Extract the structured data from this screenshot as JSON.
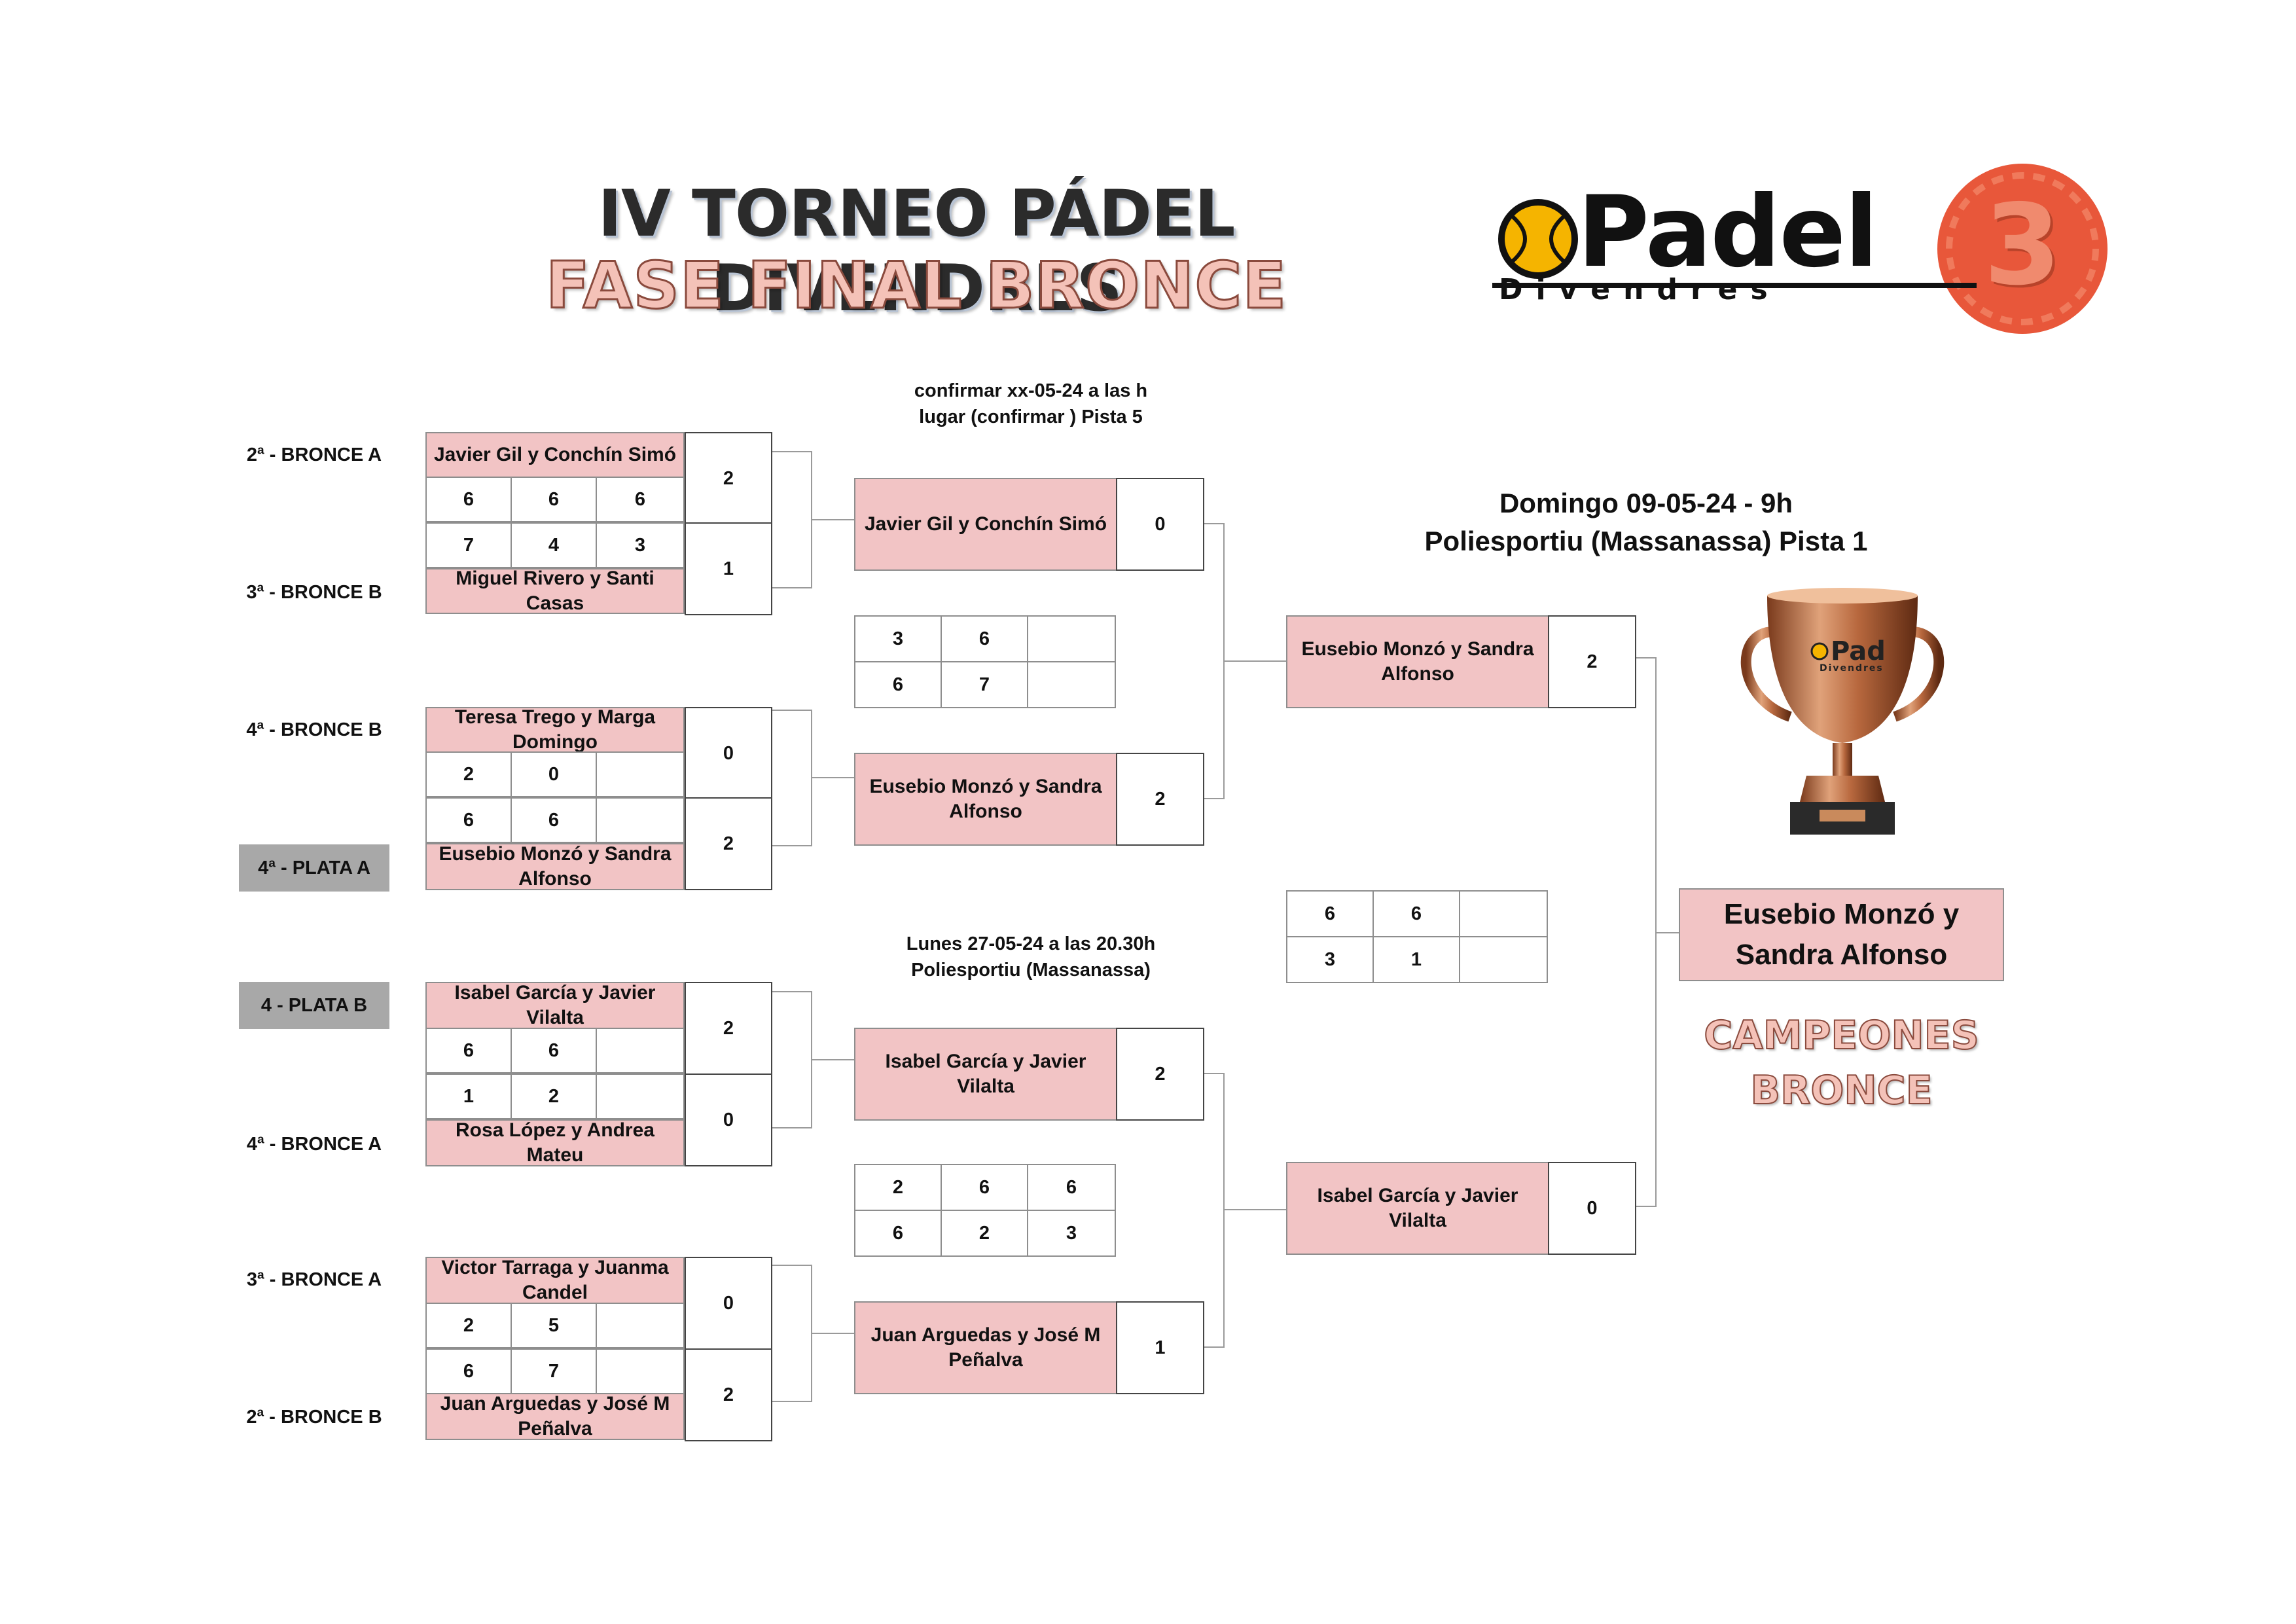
{
  "header": {
    "title": "IV TORNEO PÁDEL DIVENDRES",
    "subtitle": "FASE FINAL  BRONCE",
    "logo_word": "Padel",
    "logo_sub": "Divendres",
    "logo_number": "3"
  },
  "colors": {
    "accent": "#f2c4c5",
    "title_pink": "#f4c2b8",
    "seed_grey": "#a8a8a8",
    "logo_orange": "#e8573a"
  },
  "round1": [
    {
      "top_seed": "2ª - BRONCE A",
      "top_team": "Javier Gil y Conchín Simó",
      "top_sets": [
        "6",
        "6",
        "6"
      ],
      "top_score": "2",
      "bottom_seed": "3ª - BRONCE B",
      "bottom_team": "Miguel Rivero y Santi Casas",
      "bottom_sets": [
        "7",
        "4",
        "3"
      ],
      "bottom_score": "1"
    },
    {
      "top_seed": "4ª - BRONCE B",
      "top_team": "Teresa Trego y Marga Domingo",
      "top_sets": [
        "2",
        "0",
        ""
      ],
      "top_score": "0",
      "bottom_seed": "4ª - PLATA A",
      "bottom_team": "Eusebio Monzó y Sandra Alfonso",
      "bottom_sets": [
        "6",
        "6",
        ""
      ],
      "bottom_score": "2"
    },
    {
      "top_seed": "4 - PLATA B",
      "top_team": "Isabel García y Javier Vilalta",
      "top_sets": [
        "6",
        "6",
        ""
      ],
      "top_score": "2",
      "bottom_seed": "4ª - BRONCE A",
      "bottom_team": "Rosa López y Andrea Mateu",
      "bottom_sets": [
        "1",
        "2",
        ""
      ],
      "bottom_score": "0"
    },
    {
      "top_seed": "3ª - BRONCE A",
      "top_team": "Victor Tarraga y Juanma Candel",
      "top_sets": [
        "2",
        "5",
        ""
      ],
      "top_score": "0",
      "bottom_seed": "2ª - BRONCE B",
      "bottom_team": "Juan Arguedas y José M Peñalva",
      "bottom_sets": [
        "6",
        "7",
        ""
      ],
      "bottom_score": "2"
    }
  ],
  "semis": [
    {
      "info_line1": "confirmar xx-05-24  a las h",
      "info_line2": "lugar (confirmar ) Pista 5",
      "top_team": "Javier Gil y Conchín Simó",
      "top_score": "0",
      "top_sets": [
        "3",
        "6",
        ""
      ],
      "bottom_sets": [
        "6",
        "7",
        ""
      ],
      "bottom_team": "Eusebio Monzó y Sandra Alfonso",
      "bottom_score": "2"
    },
    {
      "info_line1": "Lunes 27-05-24 a las 20.30h",
      "info_line2": "Poliesportiu (Massanassa)",
      "top_team": "Isabel García y Javier Vilalta",
      "top_score": "2",
      "top_sets": [
        "2",
        "6",
        "6"
      ],
      "bottom_sets": [
        "6",
        "2",
        "3"
      ],
      "bottom_team": "Juan Arguedas y José M Peñalva",
      "bottom_score": "1"
    }
  ],
  "final": {
    "info_line1": "Domingo 09-05-24 - 9h",
    "info_line2": "Poliesportiu (Massanassa) Pista 1",
    "top_team": "Eusebio Monzó y Sandra Alfonso",
    "top_score": "2",
    "top_sets": [
      "6",
      "6",
      ""
    ],
    "bottom_sets": [
      "3",
      "1",
      ""
    ],
    "bottom_team": "Isabel García y Javier Vilalta",
    "bottom_score": "0"
  },
  "champion": {
    "team": "Eusebio Monzó y Sandra Alfonso",
    "label_line1": "CAMPEONES",
    "label_line2": "BRONCE",
    "trophy_text": "Pad",
    "trophy_sub": "Divendres"
  }
}
